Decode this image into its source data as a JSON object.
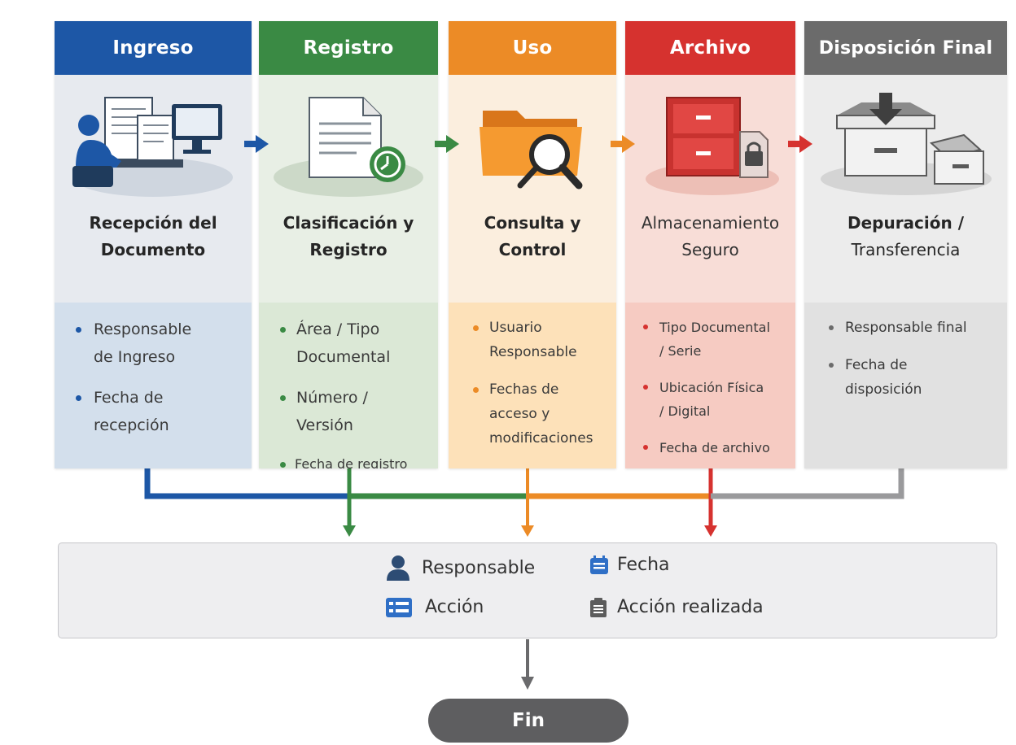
{
  "stages": [
    {
      "header": "Ingreso",
      "title": [
        "Recepción del",
        "Documento"
      ],
      "bullets": [
        [
          "Responsable",
          "de Ingreso"
        ],
        [
          "Fecha de",
          "recepción"
        ]
      ]
    },
    {
      "header": "Registro",
      "title": [
        "Clasificación y",
        "Registro"
      ],
      "bullets": [
        [
          "Área / Tipo",
          "Documental"
        ],
        [
          "Número /",
          "Versión"
        ],
        [
          "Fecha de registro"
        ]
      ]
    },
    {
      "header": "Uso",
      "title": [
        "Consulta y",
        "Control"
      ],
      "bullets": [
        [
          "Usuario",
          "Responsable"
        ],
        [
          "Fechas de",
          "acceso y",
          "modificaciones"
        ]
      ]
    },
    {
      "header": "Archivo",
      "title": [
        "Almacenamiento",
        "Seguro"
      ],
      "bullets": [
        [
          "Tipo Documental",
          "/ Serie"
        ],
        [
          "Ubicación Física",
          "/ Digital"
        ],
        [
          "Fecha de archivo"
        ]
      ]
    },
    {
      "header": "Disposición Final",
      "title": [
        "Depuración /",
        "Transferencia"
      ],
      "bullets": [
        [
          "Responsable final"
        ],
        [
          "Fecha de",
          "disposición"
        ]
      ]
    }
  ],
  "legend": {
    "responsable": "Responsable",
    "fecha": "Fecha",
    "accion": "Acción",
    "accion_realizada": "Acción realizada"
  },
  "end_label": "Fin",
  "colors": {
    "ingreso": "#1d57a6",
    "registro": "#3a8a44",
    "uso": "#ec8b26",
    "archivo": "#d6322f",
    "disposicion": "#6b6b6b"
  },
  "icons": {
    "ingreso": "person-at-computer-icon",
    "registro": "document-with-clock-icon",
    "uso": "folder-with-magnifier-icon",
    "archivo": "filing-cabinet-with-lock-icon",
    "disposicion": "archive-boxes-icon",
    "responsable": "person-icon",
    "fecha": "calendar-icon",
    "accion": "id-card-icon",
    "accion_realizada": "clipboard-icon"
  }
}
